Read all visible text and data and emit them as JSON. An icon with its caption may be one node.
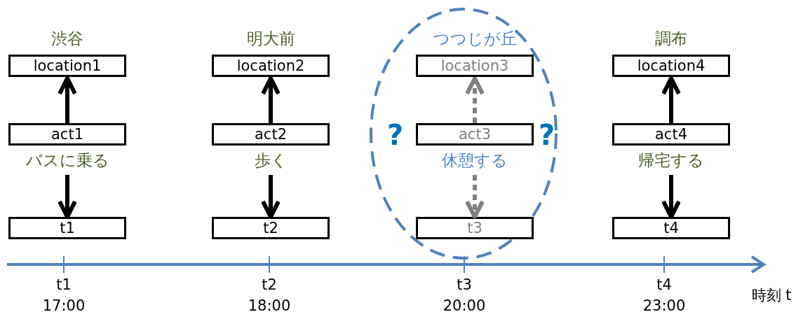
{
  "diagram": {
    "nodes": [
      {
        "text": [
          "渋谷",
          "location1"
        ]
      },
      {
        "text": [
          "act1",
          "バスに乗る"
        ]
      },
      {
        "text": [
          "t1"
        ]
      },
      {
        "text": [
          "明大前",
          "location2"
        ]
      },
      {
        "text": [
          "act2",
          "歩く"
        ]
      },
      {
        "text": [
          "t2"
        ]
      },
      {
        "text": [
          "?",
          "?"
        ]
      },
      {
        "text": [
          "つつじが丘",
          "location3"
        ],
        "in": 6
      },
      {
        "text": [
          "act3",
          "休憩する"
        ],
        "in": 6
      },
      {
        "text": [
          "t3"
        ],
        "in": 6
      },
      {
        "text": [
          "調布",
          "location4"
        ]
      },
      {
        "text": [
          "act4",
          "帰宅する"
        ]
      },
      {
        "text": [
          "t4"
        ]
      }
    ],
    "edges": [
      {
        "from": 1,
        "to": 0,
        "arrow": "to"
      },
      {
        "from": 1,
        "to": 2,
        "arrow": "to"
      },
      {
        "from": 4,
        "to": 3,
        "arrow": "to"
      },
      {
        "from": 4,
        "to": 5,
        "arrow": "to"
      },
      {
        "from": 8,
        "to": 7,
        "arrow": "to",
        "style": "dashed",
        "color": "#808080"
      },
      {
        "from": 8,
        "to": 9,
        "arrow": "to",
        "style": "dashed",
        "color": "#808080"
      },
      {
        "from": 11,
        "to": 10,
        "arrow": "to"
      },
      {
        "from": 11,
        "to": 12,
        "arrow": "to"
      }
    ],
    "labels": [
      "t1",
      "17:00",
      "t2",
      "18:00",
      "t3",
      "20:00",
      "t4",
      "23:00",
      "時刻 t"
    ]
  }
}
